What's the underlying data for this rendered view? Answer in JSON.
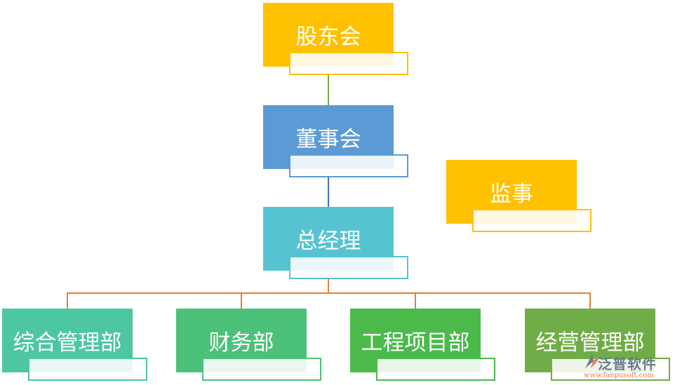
{
  "nodes": [
    {
      "id": "shareholders",
      "label": "股东会",
      "color": "#FFC000"
    },
    {
      "id": "board",
      "label": "董事会",
      "color": "#5B9BD5"
    },
    {
      "id": "gm",
      "label": "总经理",
      "color": "#56C3D0"
    },
    {
      "id": "supervisor",
      "label": "监事",
      "color": "#FFC000"
    },
    {
      "id": "admin",
      "label": "综合管理部",
      "color": "#4DC7A2"
    },
    {
      "id": "finance",
      "label": "财务部",
      "color": "#4CC17A"
    },
    {
      "id": "project",
      "label": "工程项目部",
      "color": "#4BBA4B"
    },
    {
      "id": "operations",
      "label": "经营管理部",
      "color": "#70AD47"
    }
  ],
  "edges": [
    [
      "shareholders",
      "board"
    ],
    [
      "board",
      "gm"
    ],
    [
      "gm",
      "admin"
    ],
    [
      "gm",
      "finance"
    ],
    [
      "gm",
      "project"
    ],
    [
      "gm",
      "operations"
    ]
  ],
  "watermark": {
    "name": "泛普软件",
    "url": "www.fanpusoft.com"
  }
}
